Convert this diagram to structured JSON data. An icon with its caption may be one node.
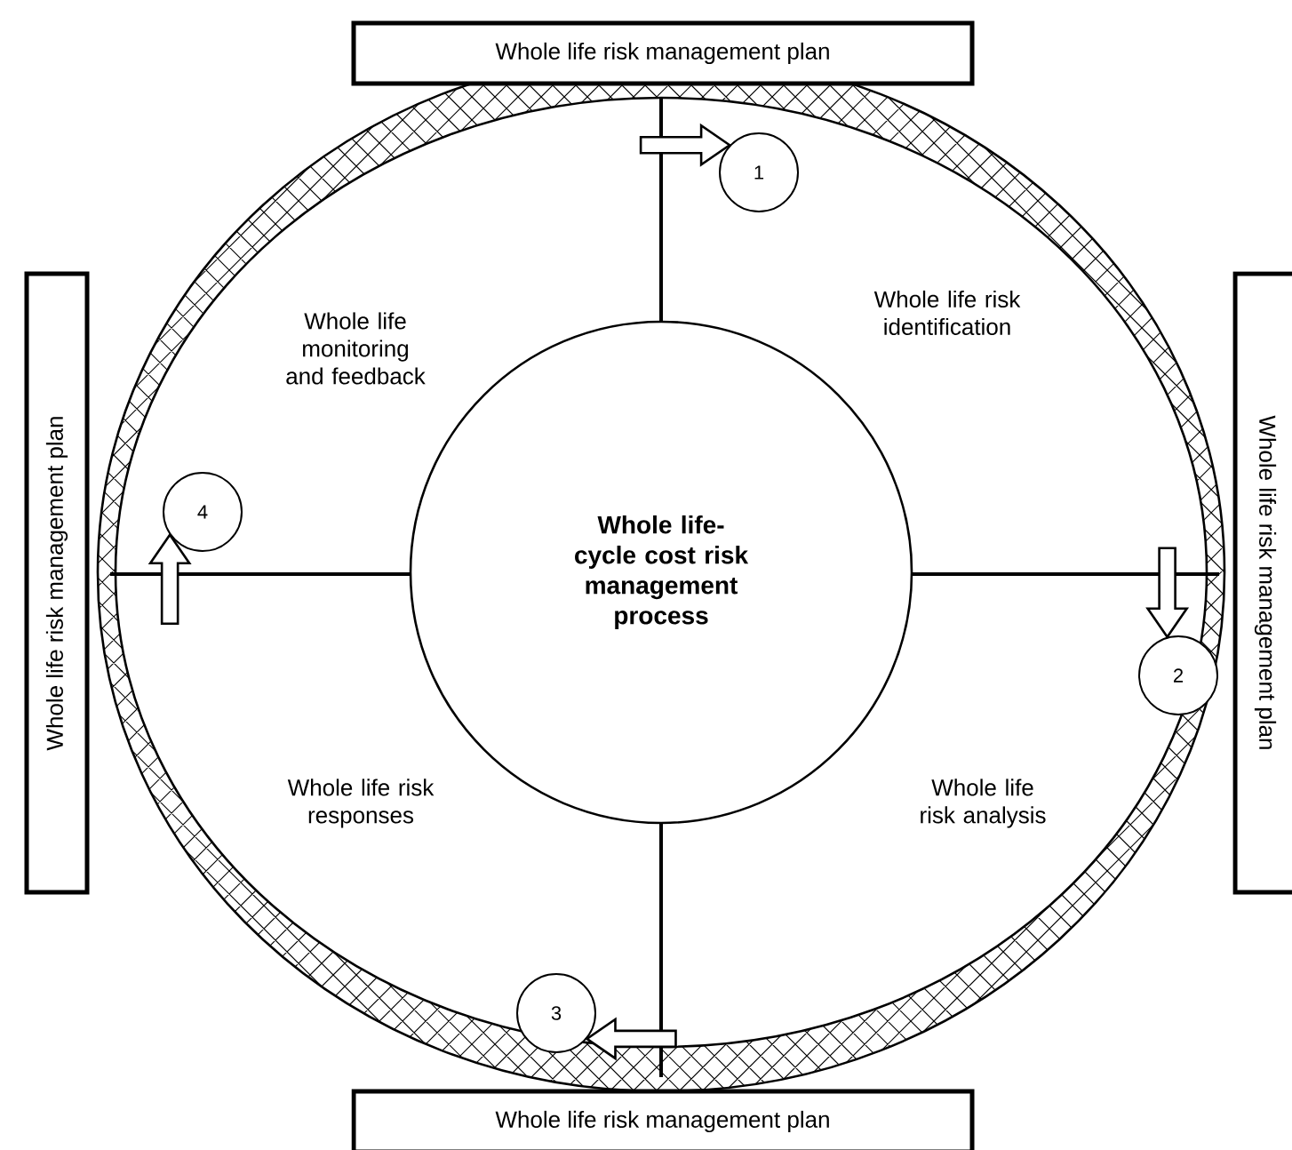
{
  "diagram": {
    "nodes": [
      {
        "text": [
          "Whole life risk management plan"
        ]
      },
      {
        "text": [
          "1"
        ]
      },
      {
        "text": [
          "Whole life risk management plan"
        ]
      },
      {
        "text": [
          "Whole life risk management plan"
        ]
      },
      {
        "text": [
          "4"
        ]
      },
      {
        "text": [
          "Whole life-cycle cost risk management process"
        ]
      },
      {
        "text": [
          "2"
        ]
      },
      {
        "text": [
          "3"
        ]
      },
      {
        "text": [
          "Whole life risk management plan"
        ]
      }
    ],
    "edges": [
      {
        "from": null,
        "to": 1,
        "arrow": "to"
      },
      {
        "from": null,
        "to": 6,
        "arrow": "to"
      },
      {
        "from": null,
        "to": 7,
        "arrow": "to"
      },
      {
        "from": null,
        "to": 4,
        "arrow": "to"
      }
    ],
    "labels": [
      "Whole life monitoring and feedback",
      "Whole life risk identification",
      "Whole life risk responses",
      "Whole life risk analysis"
    ]
  }
}
